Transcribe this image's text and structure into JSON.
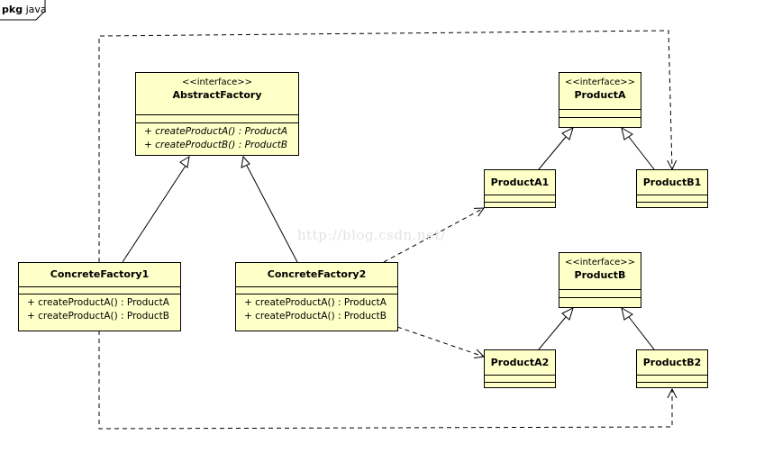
{
  "package": {
    "keyword": "pkg",
    "name": "java"
  },
  "watermark": "http://blog.csdn.net/",
  "classes": {
    "abstract_factory": {
      "stereotype": "<<interface>>",
      "name": "AbstractFactory",
      "ops": [
        "+ createProductA() : ProductA",
        "+ createProductB() : ProductB"
      ]
    },
    "product_a": {
      "stereotype": "<<interface>>",
      "name": "ProductA"
    },
    "product_b": {
      "stereotype": "<<interface>>",
      "name": "ProductB"
    },
    "product_a1": {
      "name": "ProductA1"
    },
    "product_b1": {
      "name": "ProductB1"
    },
    "product_a2": {
      "name": "ProductA2"
    },
    "product_b2": {
      "name": "ProductB2"
    },
    "concrete_factory1": {
      "name": "ConcreteFactory1",
      "ops": [
        "+ createProductA() : ProductA",
        "+ createProductA() : ProductB"
      ]
    },
    "concrete_factory2": {
      "name": "ConcreteFactory2",
      "ops": [
        "+ createProductA() : ProductA",
        "+ createProductA() : ProductB"
      ]
    }
  },
  "colors": {
    "class_fill": "#ffffc8",
    "line": "#000000",
    "watermark": "#e3e3e3"
  }
}
